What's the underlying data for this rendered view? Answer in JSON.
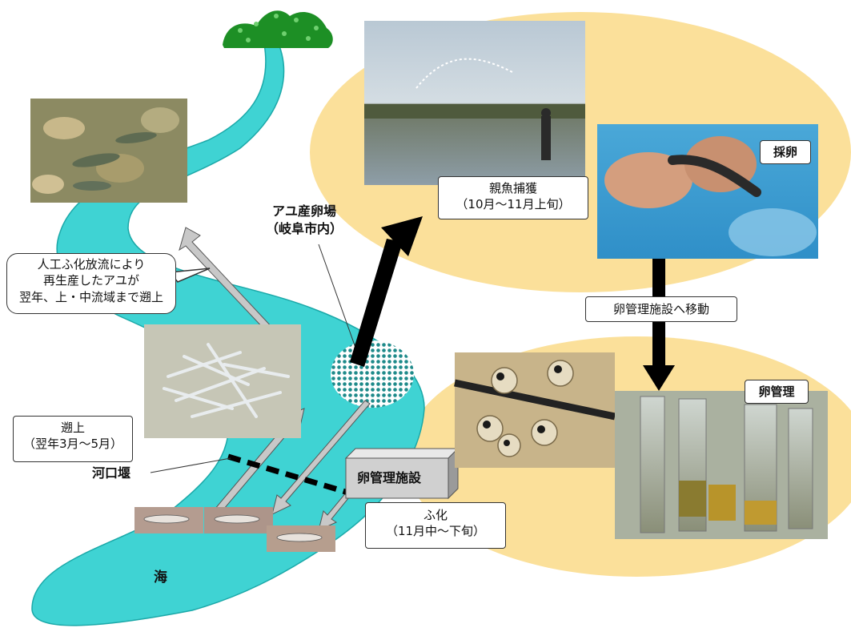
{
  "labels": {
    "spawning_ground_line1": "アユ産卵場",
    "spawning_ground_line2": "（岐阜市内）",
    "weir": "河口堰",
    "sea": "海",
    "facility": "卵管理施設"
  },
  "boxes": {
    "release_line1": "人工ふ化放流により",
    "release_line2": "再生産したアユが",
    "release_line3": "翌年、上・中流域まで遡上",
    "upstream_line1": "遡上",
    "upstream_line2": "（翌年3月～5月）",
    "capture_line1": "親魚捕獲",
    "capture_line2": "（10月～11月上旬）",
    "hatch_line1": "ふ化",
    "hatch_line2": "（11月中～下旬）",
    "egg_collect": "採卵",
    "move": "卵管理施設へ移動",
    "egg_manage": "卵管理"
  },
  "colors": {
    "river": "#3fd3d3",
    "ellipse": "#fbe09a",
    "spawn_dots": "#1e8a8a",
    "grey_arrow": "#c8c8c8",
    "black_arrow": "#000000"
  },
  "icons": {
    "tree": "tree-cluster-icon",
    "facility": "building-block-icon"
  }
}
